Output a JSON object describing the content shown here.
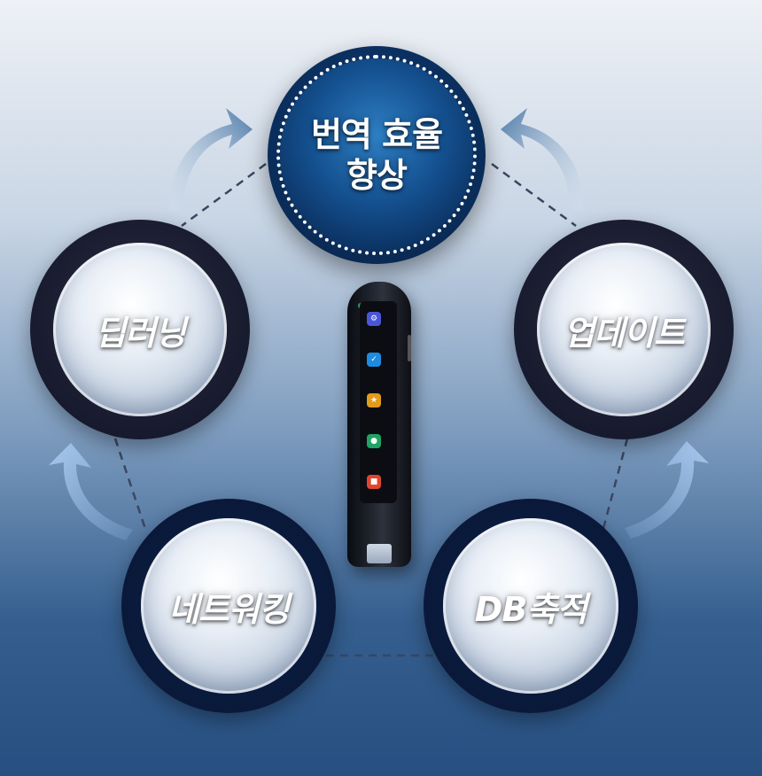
{
  "center": {
    "line1": "번역 효율",
    "line2": "향상"
  },
  "nodes": {
    "deep_learning": "딥러닝",
    "update": "업데이트",
    "networking": "네트워킹",
    "db": "DB축적"
  },
  "device": {
    "apps": [
      {
        "icon": "gear-icon",
        "color": "#4a56d8"
      },
      {
        "icon": "check-icon",
        "color": "#1e8be0"
      },
      {
        "icon": "star-icon",
        "color": "#e39b1b"
      },
      {
        "icon": "mic-icon",
        "color": "#1fa463"
      },
      {
        "icon": "book-icon",
        "color": "#e0452f"
      }
    ]
  },
  "colors": {
    "accent_dark": "#0a2c58",
    "arrow": "#5f86b0"
  }
}
